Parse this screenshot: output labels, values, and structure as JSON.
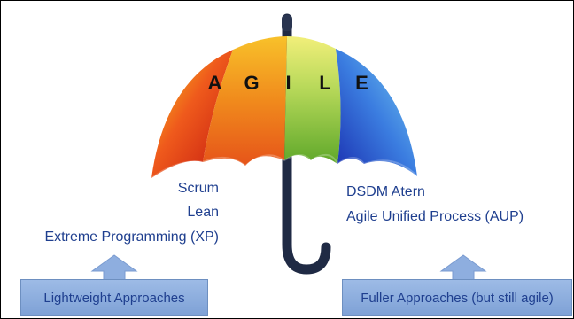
{
  "umbrella": {
    "letters": [
      "A",
      "G",
      "I",
      "L",
      "E"
    ]
  },
  "left": {
    "items": [
      "Scrum",
      "Lean",
      "Extreme Programming (XP)"
    ],
    "box_label": "Lightweight Approaches"
  },
  "right": {
    "items": [
      "DSDM Atern",
      "Agile Unified Process (AUP)"
    ],
    "box_label": "Fuller Approaches (but still agile)"
  },
  "colors": {
    "text_blue": "#1f3f8f",
    "box_fill": "#8eaedf",
    "handle": "#1f2a44",
    "canopy": [
      "#e53b1f",
      "#f29a1e",
      "#8cc43c",
      "#2a56c4"
    ]
  }
}
